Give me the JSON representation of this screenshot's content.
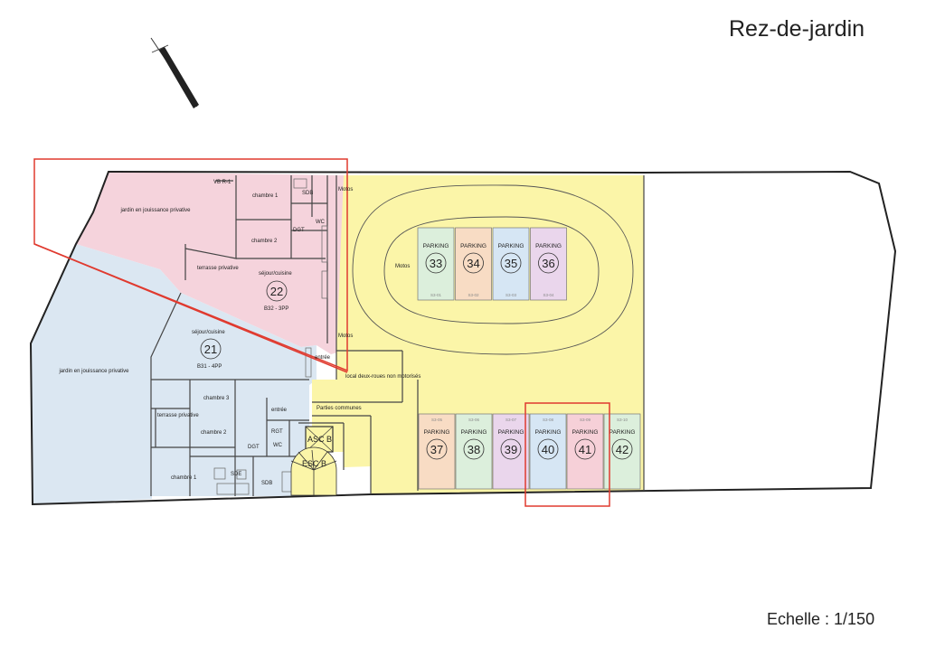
{
  "title": "Rez-de-jardin",
  "scale": "Echelle : 1/150",
  "north_arrow": "north-arrow-icon",
  "colors": {
    "lot_22": "#f5d3dc",
    "lot_21": "#dbe7f2",
    "common": "#fbf5a8",
    "highlight": "#e03a2f"
  },
  "lot22": {
    "garden": "jardin en jouissance privative",
    "terrace": "terrasse privative",
    "bedroom1": "chambre 1",
    "bedroom2": "chambre 2",
    "bathroom": "SDB",
    "wc": "WC",
    "storage": "DGT",
    "living": "séjour/cuisine",
    "number": "22",
    "type": "B32 - 3PP",
    "vb": "VB R-1"
  },
  "lot21": {
    "garden": "jardin en jouissance privative",
    "terrace": "terrasse privative",
    "living": "séjour/cuisine",
    "number": "21",
    "type": "B31 - 4PP",
    "bedroom3": "chambre 3",
    "bedroom2": "chambre 2",
    "bedroom1": "chambre 1",
    "rgt": "RGT",
    "wc": "WC",
    "dgt": "DGT",
    "sde": "SDE",
    "sdb": "SDB",
    "entry": "entrée"
  },
  "common": {
    "motos_top": "Motos",
    "motos_mid": "Motos",
    "motos_left": "Motos",
    "entry": "entrée",
    "bikes": "local deux-roues non motorisés",
    "common_parts": "Parties communes",
    "elevator": "ASC B",
    "stairs": "ESC B"
  },
  "parking_label": "PARKING",
  "parking_top": [
    {
      "num": "33",
      "code": "S3-01",
      "color": "#dcefdc"
    },
    {
      "num": "34",
      "code": "S3-02",
      "color": "#f8dcc4"
    },
    {
      "num": "35",
      "code": "S3-03",
      "color": "#d6e6f4"
    },
    {
      "num": "36",
      "code": "S3-04",
      "color": "#ead6ec"
    }
  ],
  "parking_bottom": [
    {
      "num": "37",
      "code": "S3-05",
      "color": "#f8dcc4"
    },
    {
      "num": "38",
      "code": "S3-06",
      "color": "#dcefdc"
    },
    {
      "num": "39",
      "code": "S3-07",
      "color": "#ead6ec"
    },
    {
      "num": "40",
      "code": "S3-08",
      "color": "#d6e6f4"
    },
    {
      "num": "41",
      "code": "S3-09",
      "color": "#f6d0d8"
    },
    {
      "num": "42",
      "code": "S3-10",
      "color": "#dcefdc"
    }
  ]
}
